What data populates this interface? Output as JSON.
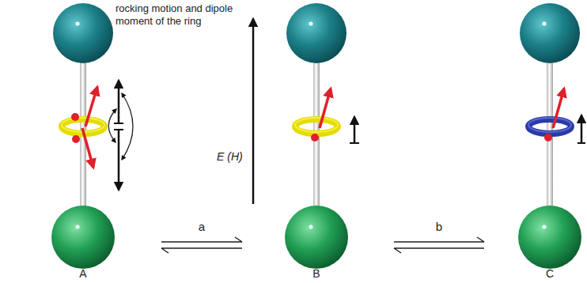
{
  "diagram": {
    "nodes": [
      {
        "text": [
          "A"
        ]
      },
      {
        "text": [
          "B"
        ]
      },
      {
        "text": [
          "C"
        ]
      }
    ],
    "edges": [
      {
        "from": 0,
        "to": 1,
        "label": "a",
        "arrow": "both"
      },
      {
        "from": 1,
        "to": 2,
        "label": "b",
        "arrow": "both"
      }
    ],
    "labels": [
      "rocking motion and dipole moment of the ring",
      "E (H)"
    ]
  }
}
